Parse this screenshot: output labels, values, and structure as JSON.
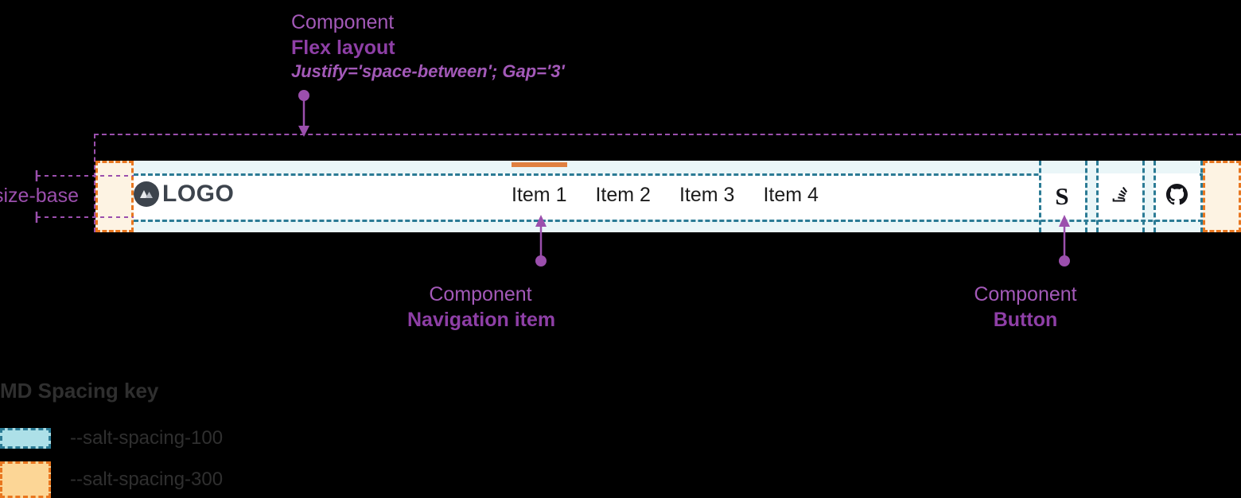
{
  "annotations": {
    "flex": {
      "kind": "Component",
      "name": "Flex layout",
      "props": "Justify='space-between'; Gap='3'"
    },
    "nav": {
      "kind": "Component",
      "name": "Navigation item"
    },
    "button": {
      "kind": "Component",
      "name": "Button"
    },
    "size_base_label": "size-base"
  },
  "header": {
    "logo": {
      "mark_icon": "mountain-logo-icon",
      "word": "LOGO"
    },
    "nav_items": [
      {
        "label": "Item 1",
        "active": true
      },
      {
        "label": "Item 2",
        "active": false
      },
      {
        "label": "Item 3",
        "active": false
      },
      {
        "label": "Item 4",
        "active": false
      }
    ],
    "buttons": [
      {
        "name": "salt-logo-button",
        "icon": "salt-s-icon",
        "glyph": "S"
      },
      {
        "name": "stackoverflow-button",
        "icon": "stack-overflow-icon",
        "glyph": ""
      },
      {
        "name": "github-button",
        "icon": "github-icon",
        "glyph": ""
      }
    ]
  },
  "legend": {
    "title": "MD Spacing key",
    "entries": [
      {
        "label": "--salt-spacing-100",
        "fill": "#ade0e8",
        "stroke": "#2b7b95"
      },
      {
        "label": "--salt-spacing-300",
        "fill": "#fcd696",
        "stroke": "#e8761f"
      }
    ]
  },
  "colors": {
    "annotation_purple": "#9b4fad",
    "spacing_100_band": "#eaf6f8",
    "spacing_100_stroke": "#2b7b95",
    "spacing_300_block": "#fdf3e3",
    "spacing_300_stroke": "#e8761f",
    "active_indicator": "#e08040",
    "logo_dark": "#3d444d",
    "background": "#000000"
  }
}
